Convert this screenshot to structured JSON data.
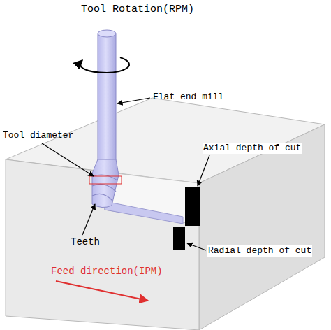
{
  "diagram": {
    "labels": [
      "Tool Rotation(RPM)",
      "Flat end mill",
      "Tool diameter",
      "Axial depth of cut",
      "Teeth",
      "Radial depth of cut",
      "Feed direction(IPM)"
    ]
  }
}
